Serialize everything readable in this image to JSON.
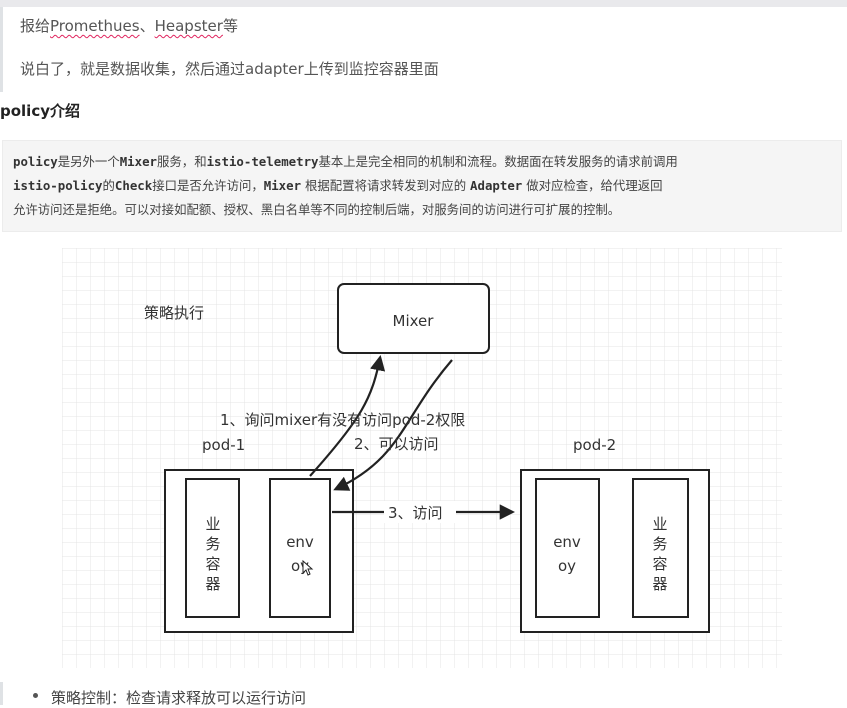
{
  "quote": {
    "line1_prefix": "报给",
    "line1_link1": "Promethues",
    "line1_sep": "、",
    "line1_link2": "Heapster",
    "line1_suffix": "等",
    "line2": "说白了，就是数据收集，然后通过adapter上传到监控容器里面"
  },
  "heading": "policy介绍",
  "codebox": {
    "l1_a": "policy",
    "l1_b": "是另外一个",
    "l1_c": "Mixer",
    "l1_d": "服务，和",
    "l1_e": "istio-telemetry",
    "l1_f": "基本上是完全相同的机制和流程。数据面在转发服务的请求前调用",
    "l2_a": "istio-policy",
    "l2_b": "的",
    "l2_c": "Check",
    "l2_d": "接口是否允许访问，",
    "l2_e": "Mixer",
    "l2_f": " 根据配置将请求转发到对应的 ",
    "l2_g": "Adapter",
    "l2_h": " 做对应检查，给代理返回",
    "l3": "允许访问还是拒绝。可以对接如配额、授权、黑白名单等不同的控制后端，对服务间的访问进行可扩展的控制。"
  },
  "diagram": {
    "title": "策略执行",
    "mixer": "Mixer",
    "pod1": "pod-1",
    "pod2": "pod-2",
    "biz": [
      "业",
      "务",
      "容",
      "器"
    ],
    "envoy1": [
      "env",
      "oy"
    ],
    "envoy2": [
      "env",
      "oy"
    ],
    "step1": "1、询问mixer有没有访问pod-2权限",
    "step2": "2、可以访问",
    "step3": "3、访问"
  },
  "bullet": "策略控制：检查请求释放可以运行访问"
}
